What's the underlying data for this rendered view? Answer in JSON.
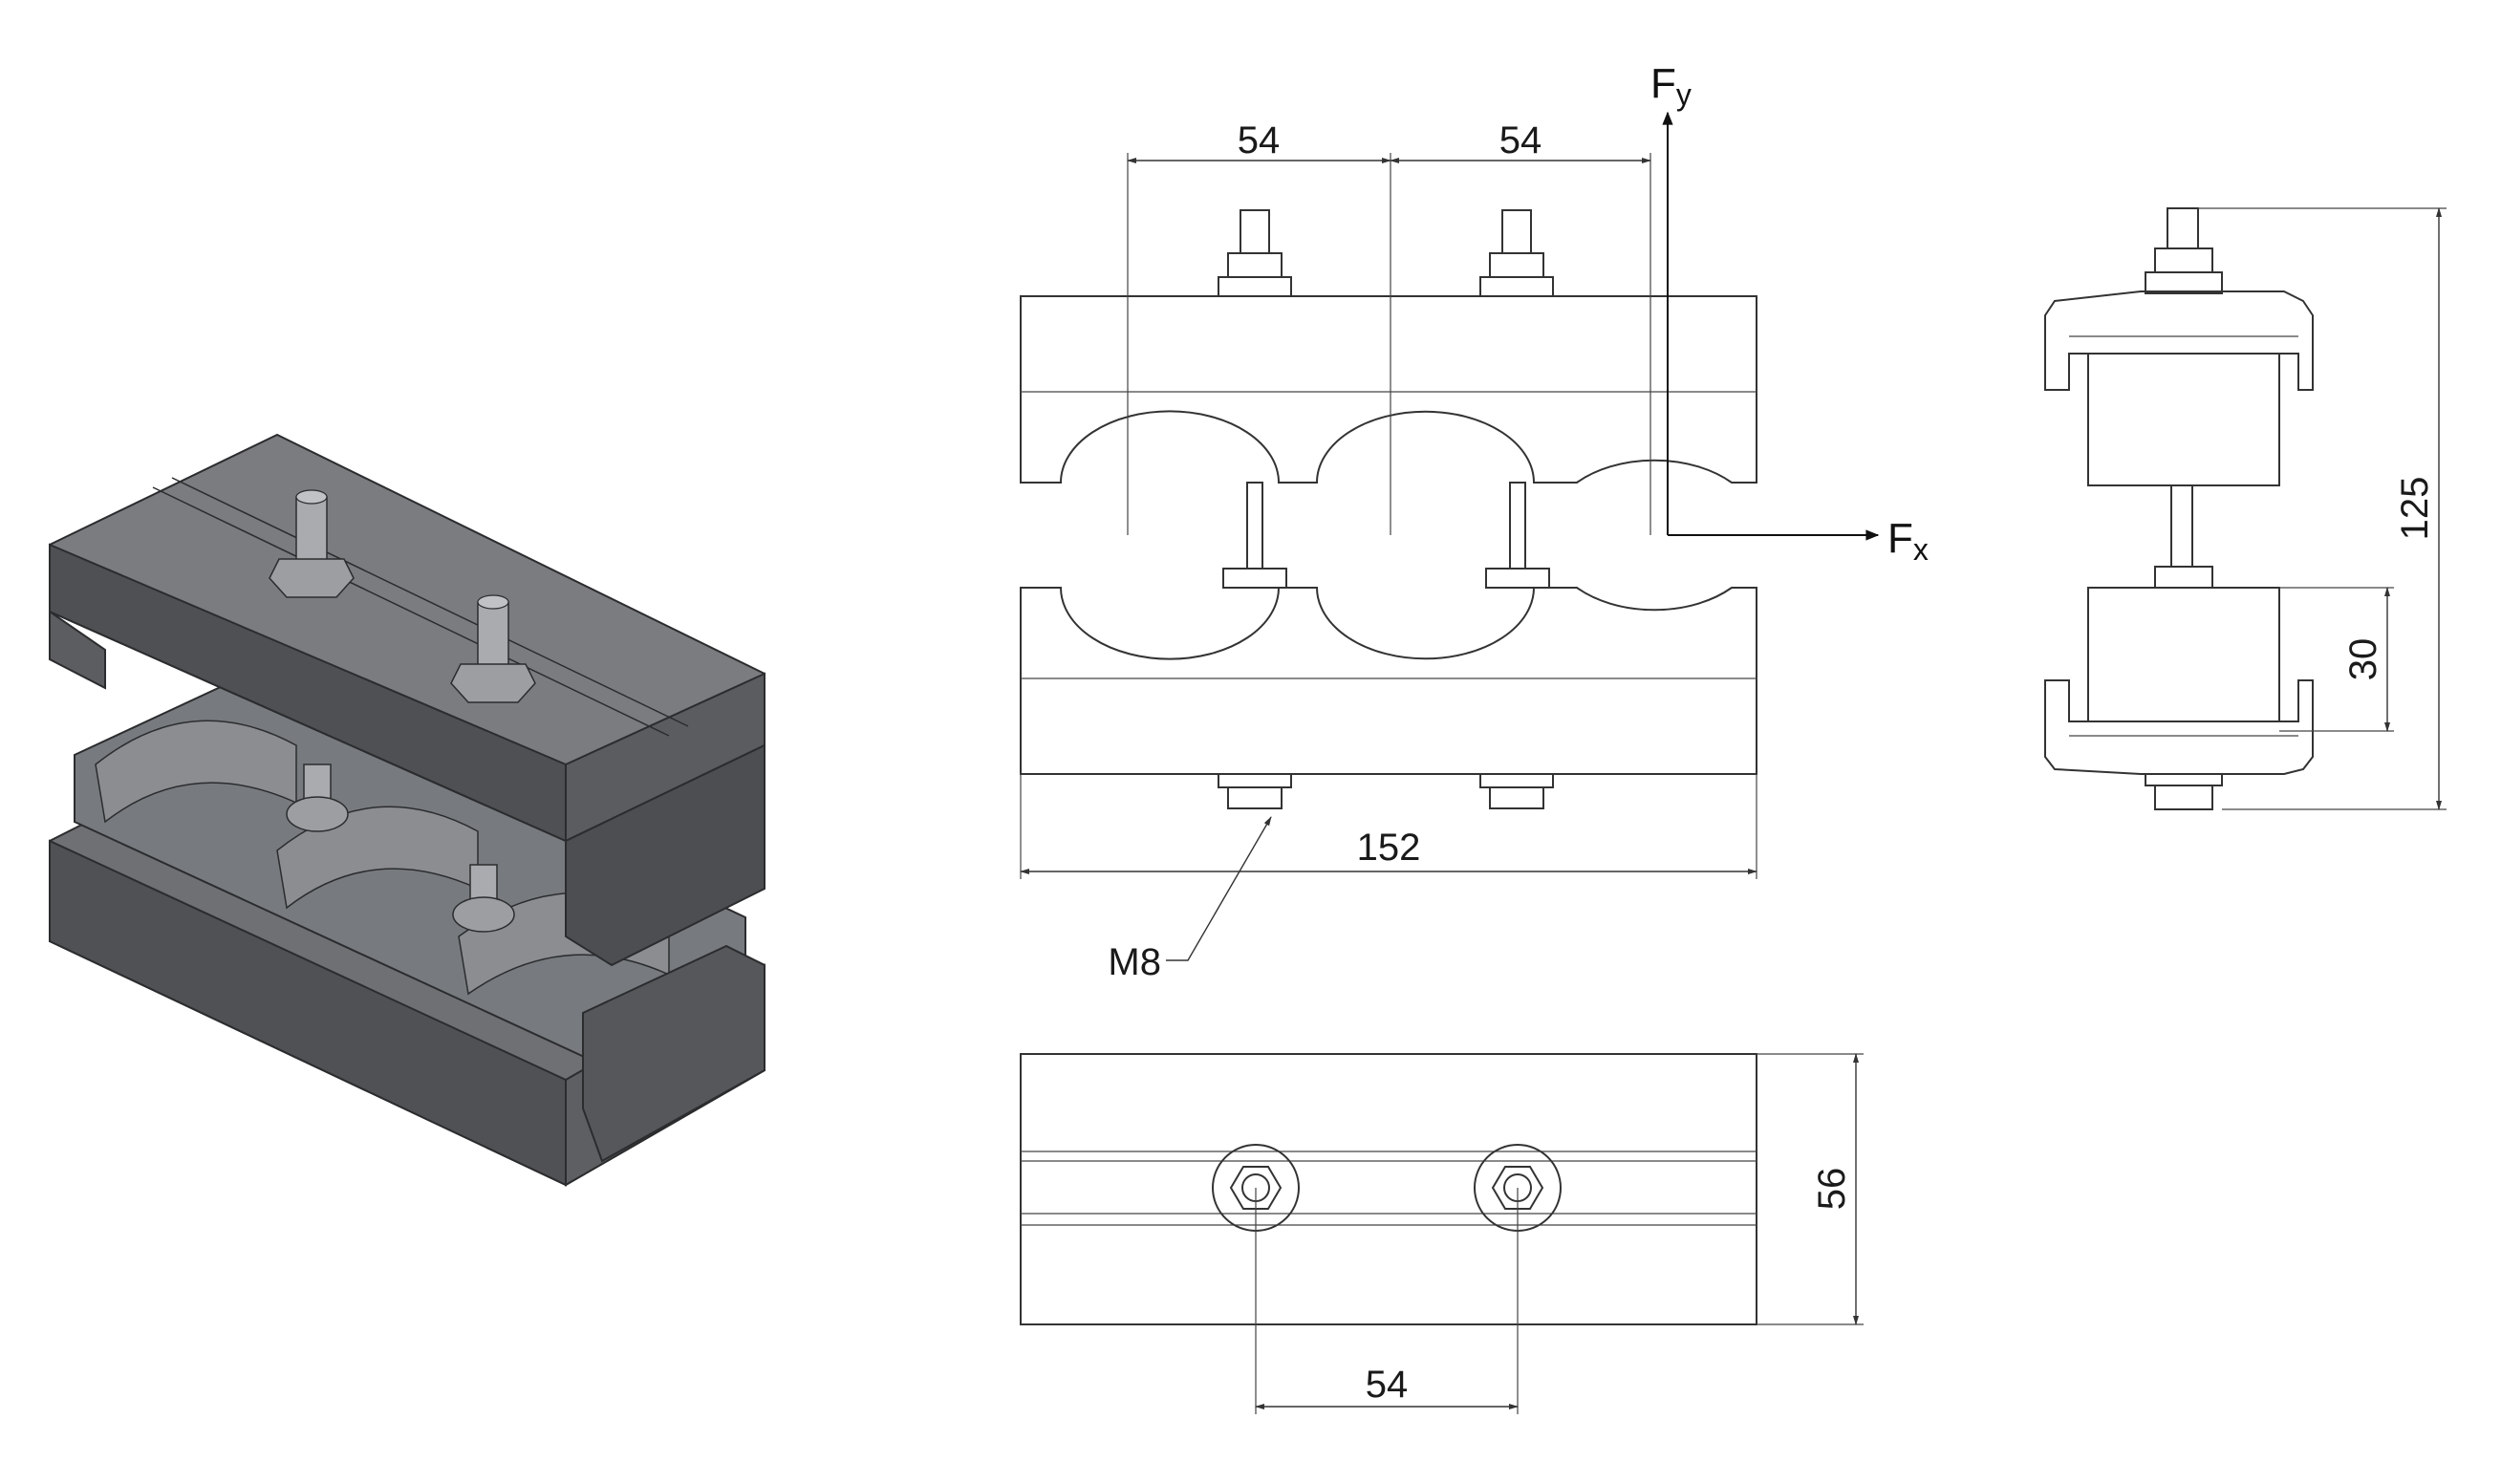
{
  "colors": {
    "line": "#333333",
    "iso_body_dark": "#56585b",
    "iso_body_mid": "#6e7074",
    "iso_body_light": "#8b8d91",
    "bolt_metal": "#a9abae"
  },
  "front_view": {
    "dim_top_left": "54",
    "dim_top_right": "54",
    "dim_total_width": "152",
    "thread_callout": "M8",
    "force_y": {
      "letter": "F",
      "subscript": "y"
    },
    "force_x": {
      "letter": "F",
      "subscript": "x"
    }
  },
  "side_view": {
    "dim_total_height": "125",
    "dim_lower_height": "30"
  },
  "top_view": {
    "dim_depth": "56",
    "dim_bolt_spacing": "54"
  }
}
